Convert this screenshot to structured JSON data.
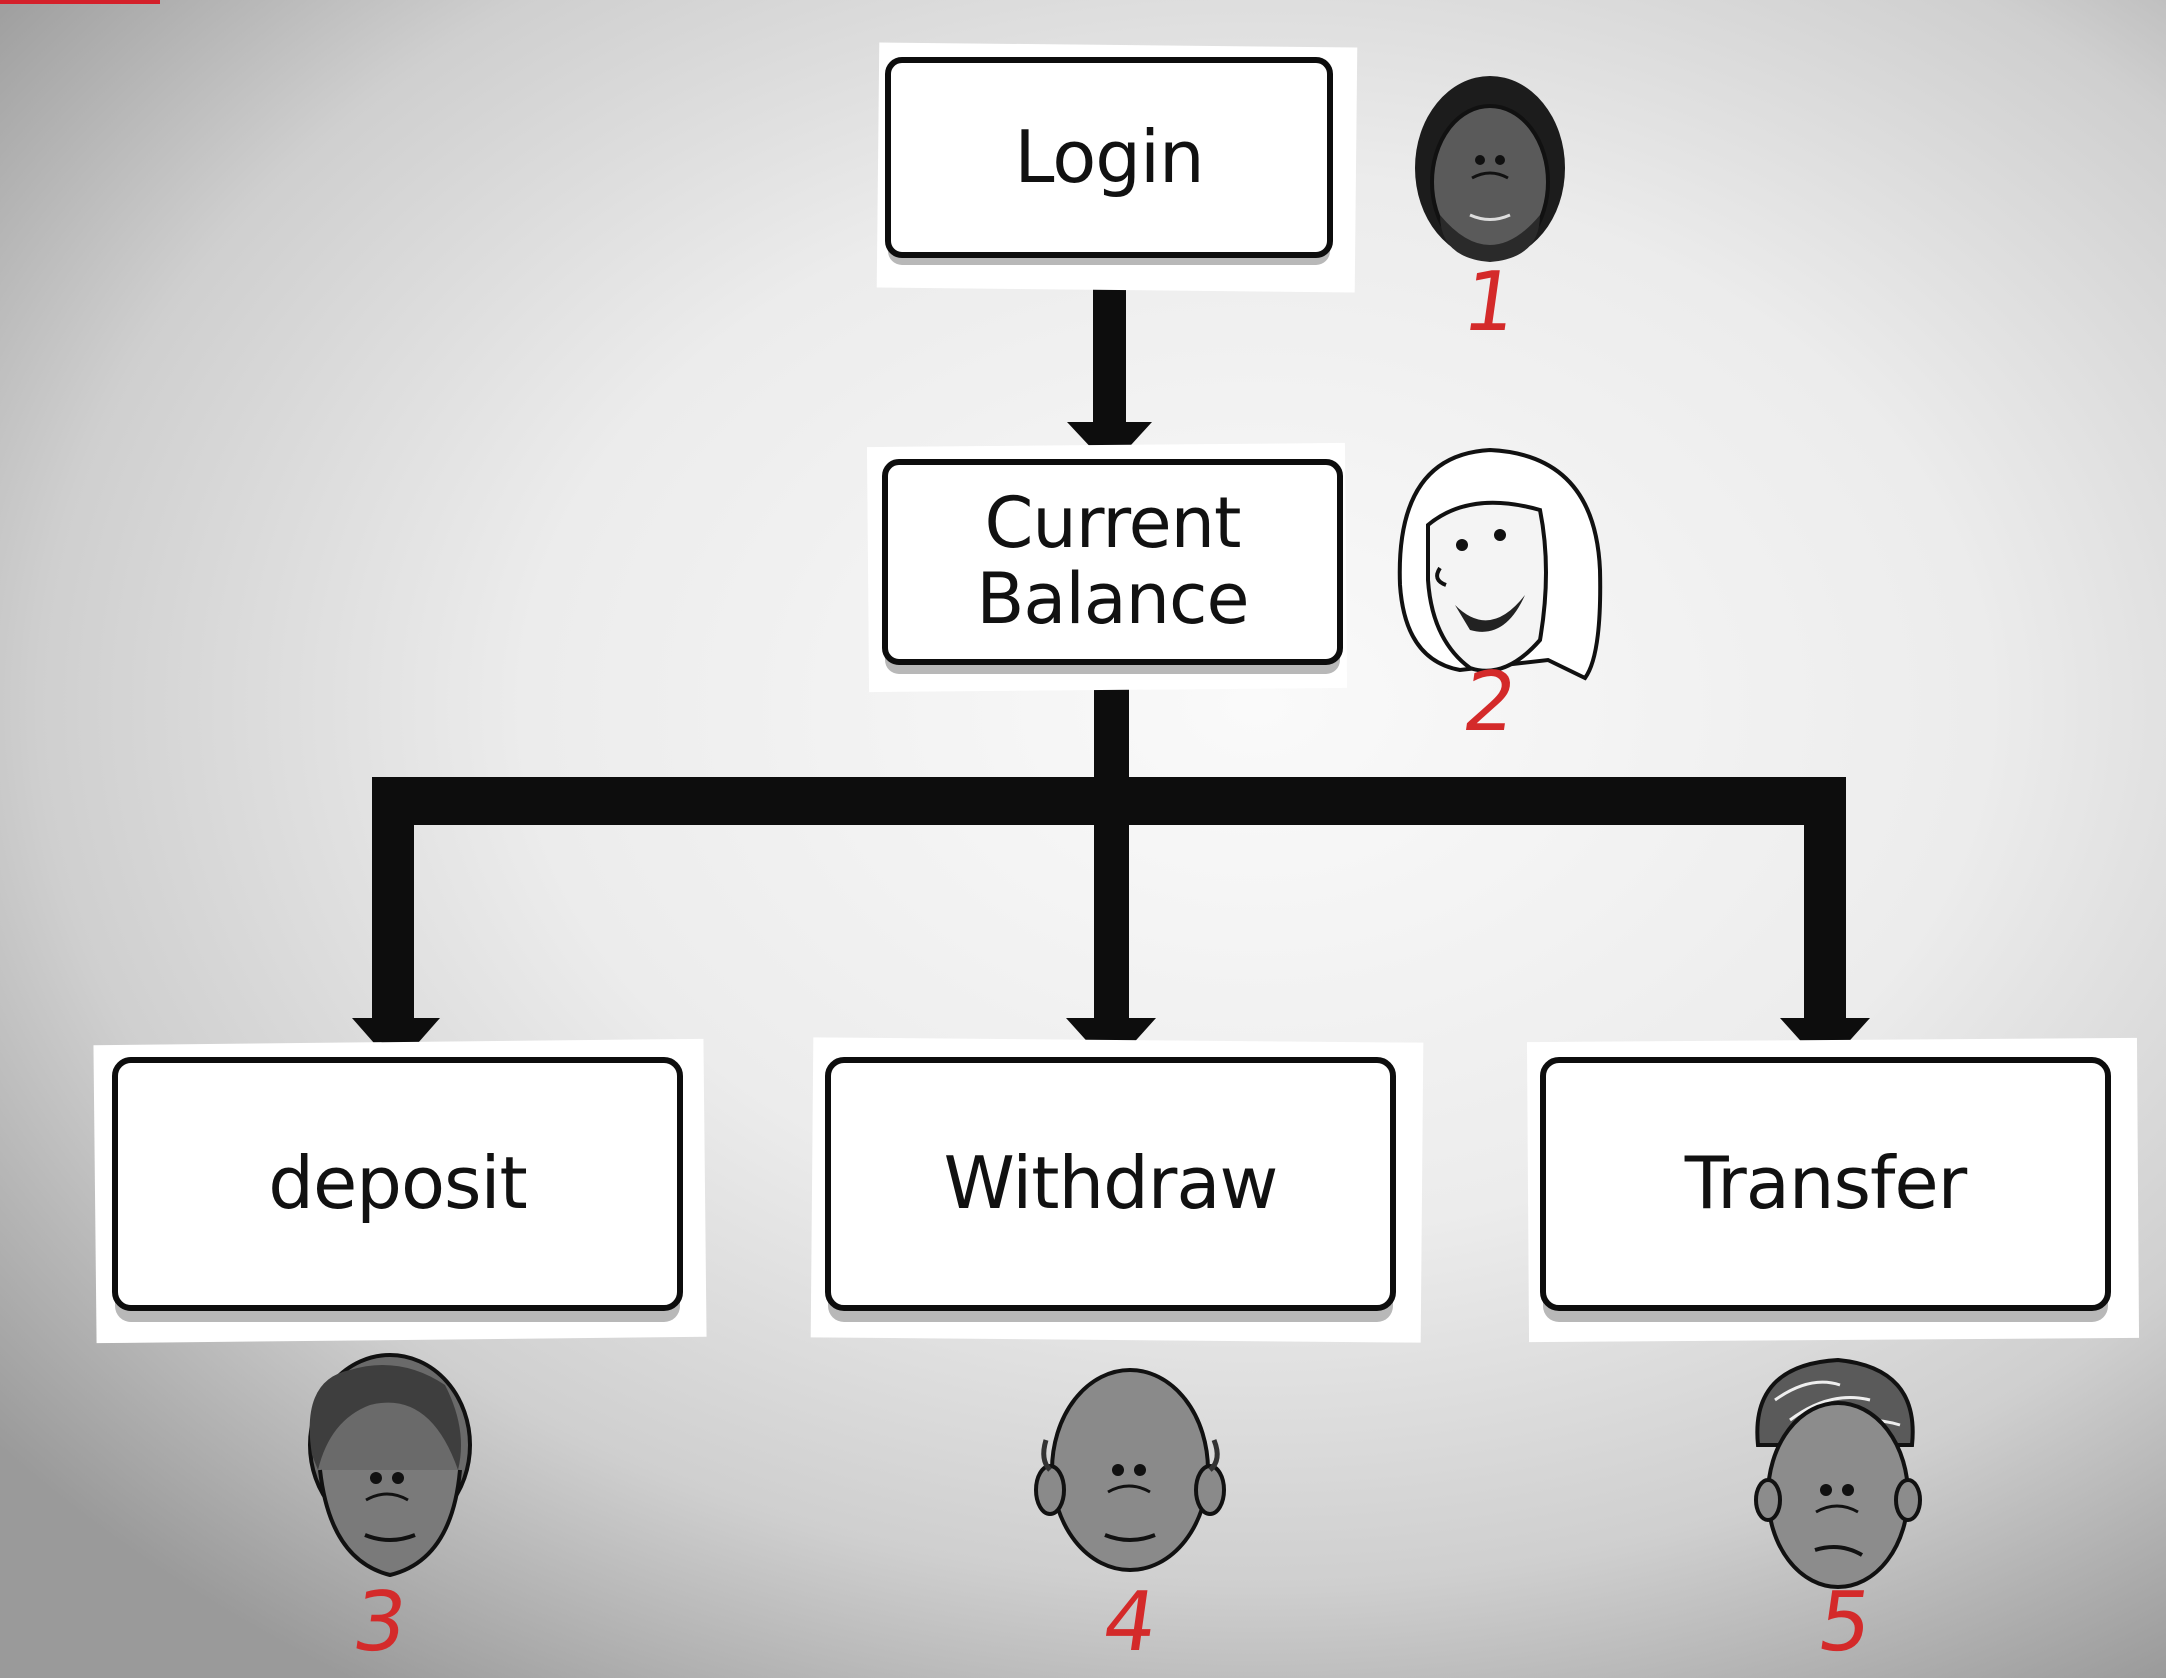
{
  "nodes": {
    "login": {
      "label": "Login"
    },
    "current_balance": {
      "label": "Current Balance"
    },
    "deposit": {
      "label": "deposit"
    },
    "withdraw": {
      "label": "Withdraw"
    },
    "transfer": {
      "label": "Transfer"
    }
  },
  "people": [
    {
      "number": "1",
      "node": "login"
    },
    {
      "number": "2",
      "node": "current_balance"
    },
    {
      "number": "3",
      "node": "deposit"
    },
    {
      "number": "4",
      "node": "withdraw"
    },
    {
      "number": "5",
      "node": "transfer"
    }
  ],
  "edges": [
    {
      "from": "login",
      "to": "current_balance"
    },
    {
      "from": "current_balance",
      "to": "deposit"
    },
    {
      "from": "current_balance",
      "to": "withdraw"
    },
    {
      "from": "current_balance",
      "to": "transfer"
    }
  ],
  "colors": {
    "number": "#d42a2a",
    "box_fill": "#ffffff",
    "box_shadow": "#b5b5b5",
    "ink": "#0d0d0d"
  }
}
